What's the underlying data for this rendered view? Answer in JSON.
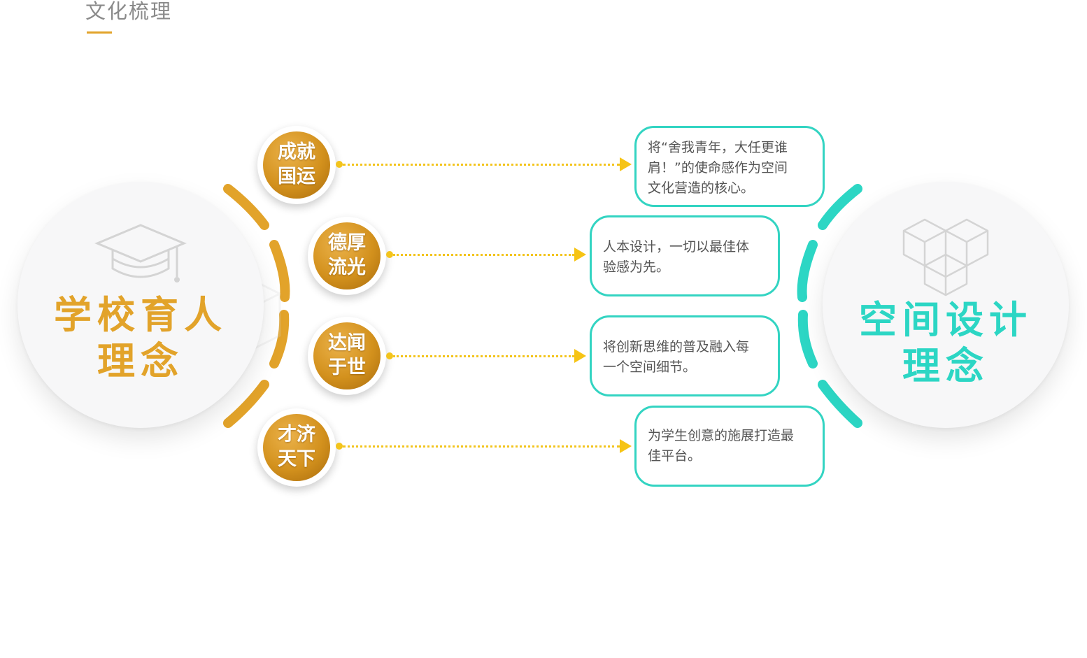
{
  "header": {
    "title": "文化梳理"
  },
  "left_concept": {
    "line1": "学校育人",
    "line2": "理念",
    "icon": "graduation-cap-icon"
  },
  "right_concept": {
    "line1": "空间设计",
    "line2": "理念",
    "icon": "cubes-icon"
  },
  "pillars": [
    {
      "line1": "成就",
      "line2": "国运",
      "desc": [
        "将“舍我青年，大任更谁",
        "肩！”的使命感作为空间",
        "文化营造的核心。"
      ]
    },
    {
      "line1": "德厚",
      "line2": "流光",
      "desc": [
        "人本设计，一切以最佳体",
        "验感为先。"
      ]
    },
    {
      "line1": "达闻",
      "line2": "于世",
      "desc": [
        "将创新思维的普及融入每",
        "一个空间细节。"
      ]
    },
    {
      "line1": "才济",
      "line2": "天下",
      "desc": [
        "为学生创意的施展打造最",
        "佳平台。"
      ]
    }
  ],
  "colors": {
    "gold": "#e2a32a",
    "teal": "#2cd6c4",
    "arrow": "#f3c41c"
  }
}
